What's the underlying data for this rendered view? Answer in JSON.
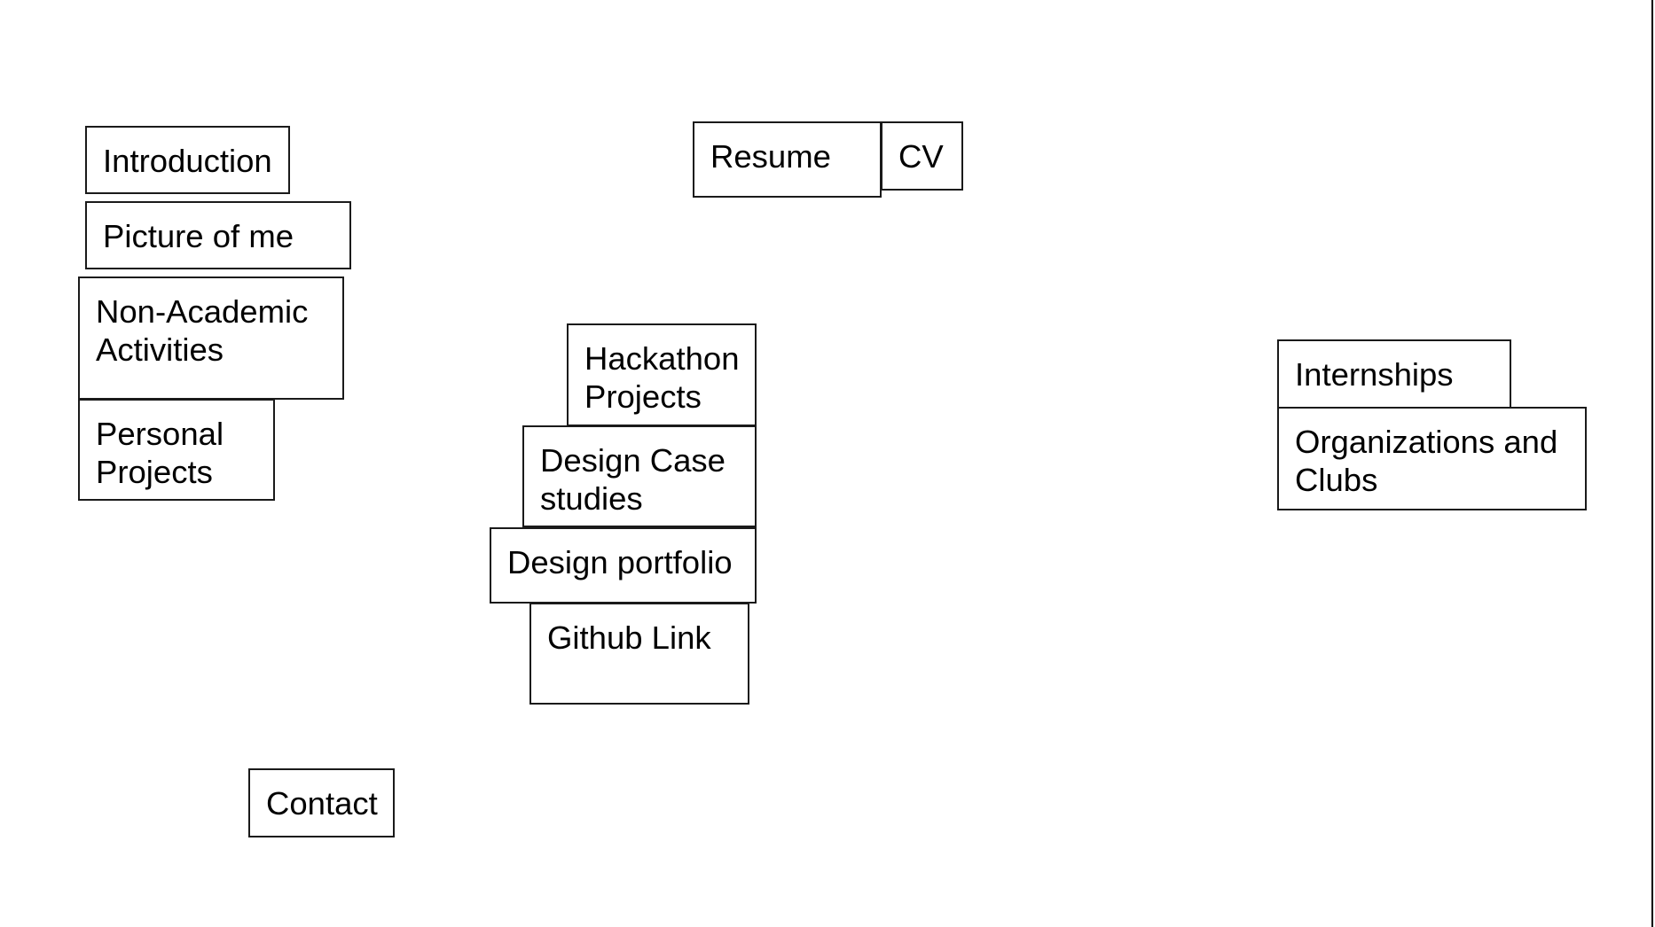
{
  "boxes": {
    "introduction": "Introduction",
    "picture_of_me": "Picture of me",
    "non_academic": "Non-Academic\nActivities",
    "personal_projects": "Personal\nProjects",
    "resume": "Resume",
    "cv": "CV",
    "hackathon": "Hackathon\nProjects",
    "design_case_studies": "Design Case\nstudies",
    "design_portfolio": "Design portfolio",
    "github": "Github Link",
    "internships": "Internships",
    "organizations": "Organizations and\nClubs",
    "contact": "Contact"
  }
}
